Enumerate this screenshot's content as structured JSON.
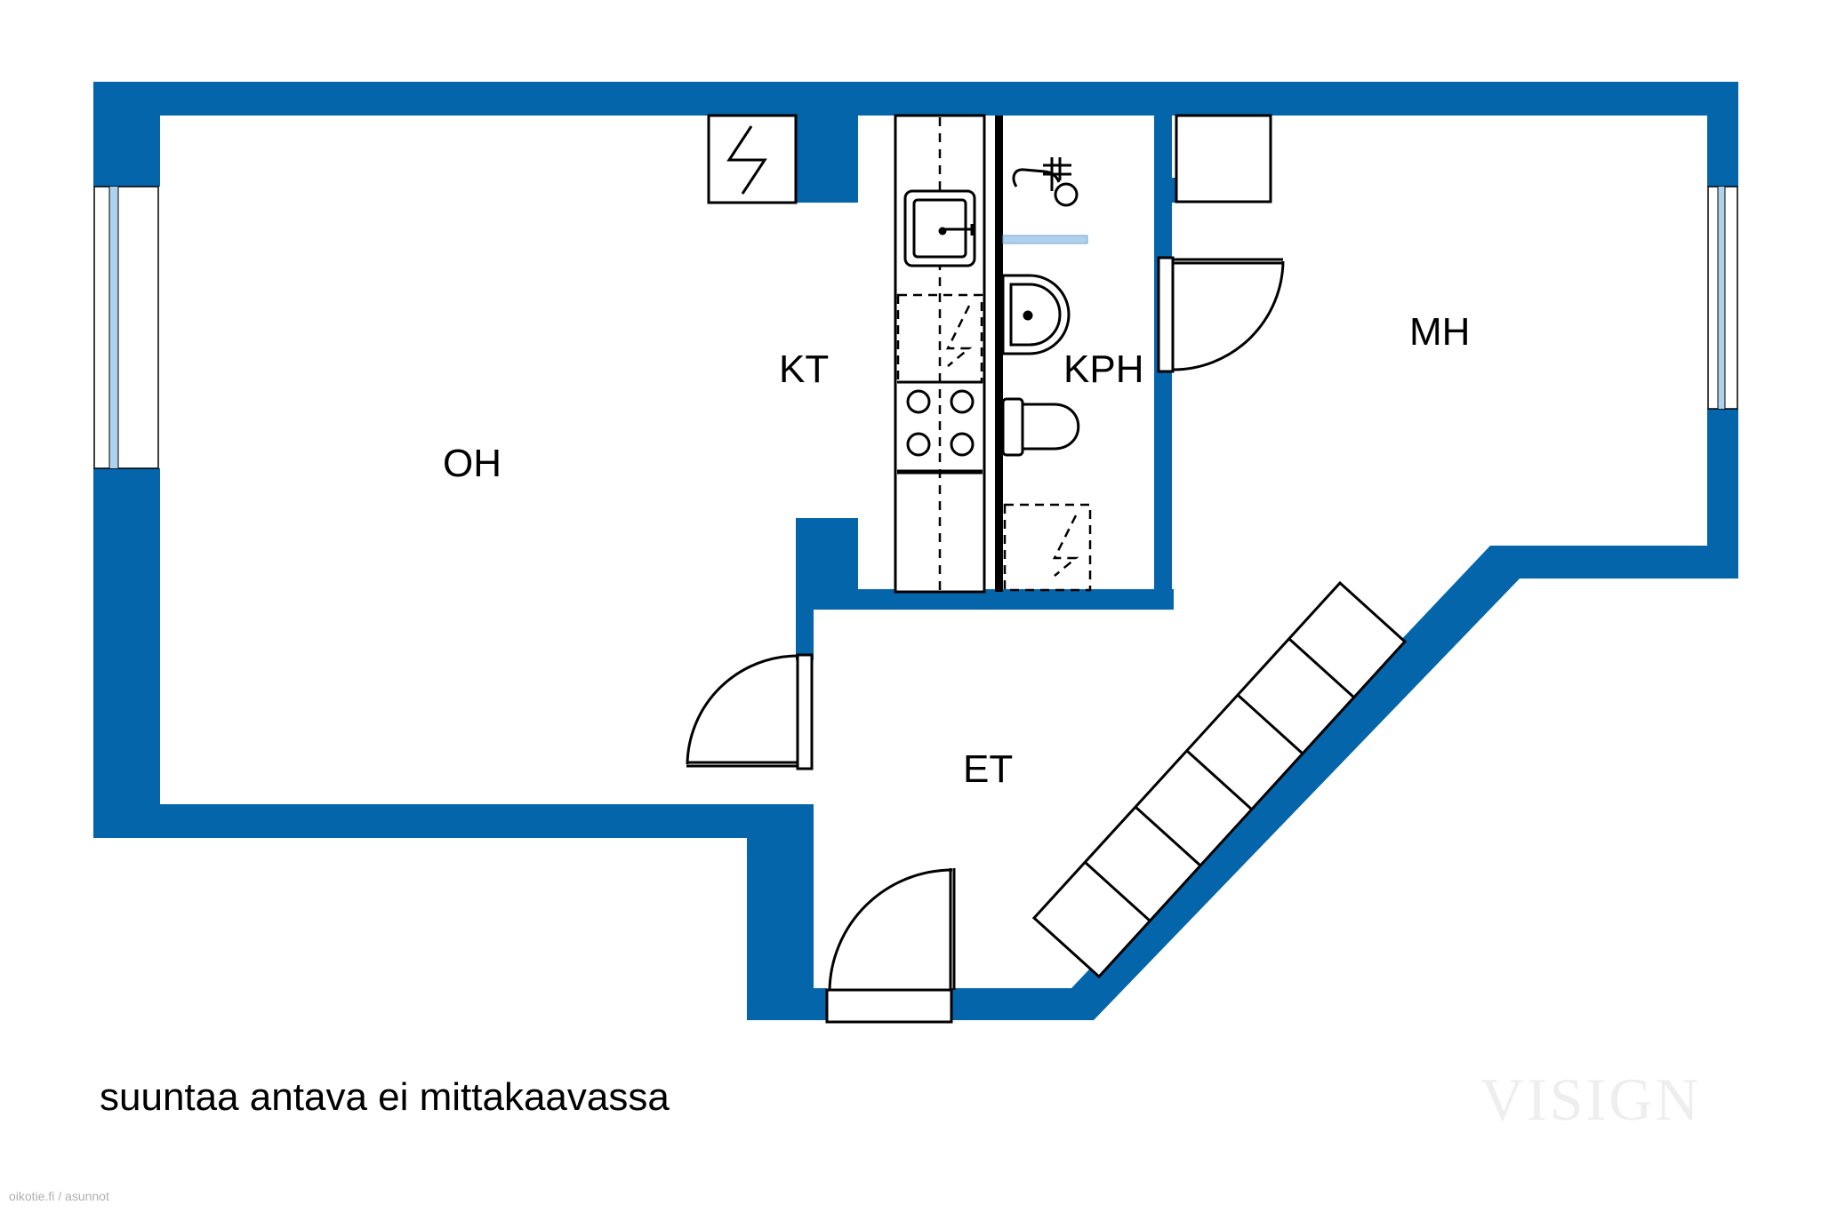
{
  "colors": {
    "wall": "#0465aa",
    "window_glass": "#aed2ee",
    "line": "#000000",
    "background": "#ffffff",
    "watermark": "#eeeeee",
    "credit": "#b0b0b0"
  },
  "rooms": {
    "living_room": "OH",
    "kitchen": "KT",
    "bathroom": "KPH",
    "bedroom": "MH",
    "hallway": "ET"
  },
  "fixtures": [
    "electric-panel-icon",
    "kitchen-sink-icon",
    "dishwasher-icon",
    "stove-icon",
    "refrigerator-icon",
    "shower-icon",
    "washbasin-icon",
    "toilet-icon",
    "washing-machine-icon",
    "wardrobe-icon"
  ],
  "caption": "suuntaa antava ei mittakaavassa",
  "watermark": "VISIGN",
  "credit": "oikotie.fi / asunnot"
}
